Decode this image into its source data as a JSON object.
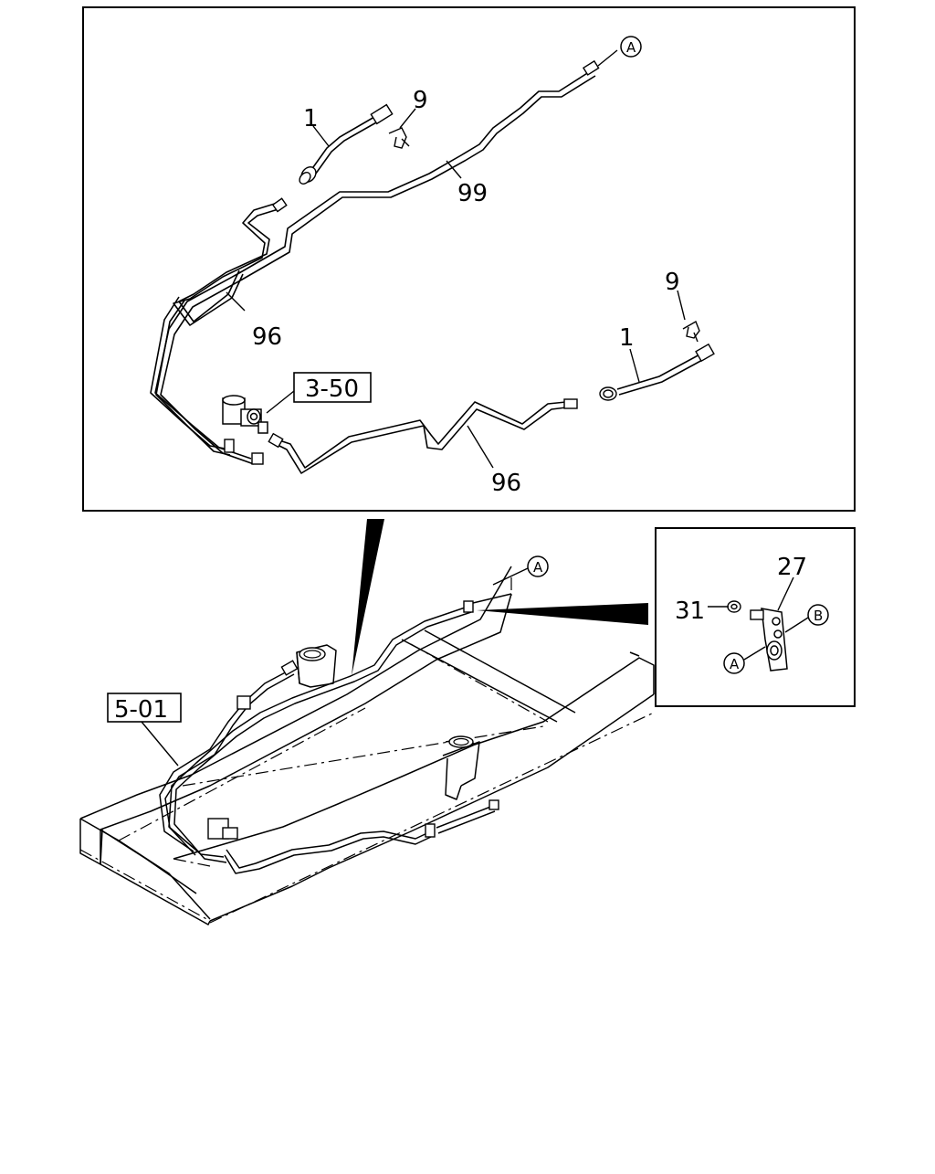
{
  "labels": {
    "top_hose_left": "1",
    "top_clip_left": "9",
    "pipe_99": "99",
    "pipe_96_left": "96",
    "ref_3_50": "3-50",
    "pipe_96_bottom": "96",
    "top_clip_right": "9",
    "top_hose_right": "1",
    "circle_a_top": "A",
    "circle_a_frame": "A",
    "ref_5_01": "5-01",
    "bracket_27": "27",
    "nut_31": "31",
    "circle_b_detail": "B",
    "circle_a_detail": "A"
  }
}
